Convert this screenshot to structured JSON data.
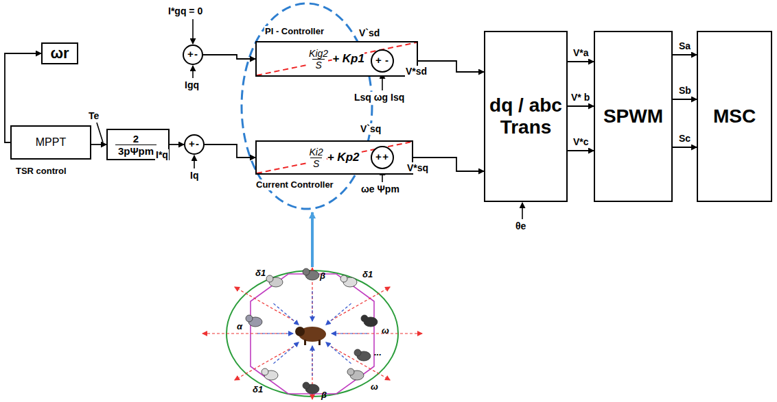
{
  "diagram": {
    "nodes": [
      {
        "text": [
          "ωr"
        ]
      },
      {
        "text": [
          "MPPT"
        ]
      },
      {
        "text": [
          "2",
          "3pΨpm"
        ]
      },
      {
        "text": [
          "+",
          "-"
        ]
      },
      {
        "text": [
          "+",
          "-"
        ]
      },
      {
        "text": [
          "Kig2",
          "S",
          "+ Kp1"
        ]
      },
      {
        "text": [
          "Ki2",
          "S",
          "+ Kp2"
        ]
      },
      {
        "text": [
          "+",
          "-"
        ]
      },
      {
        "text": [
          "+",
          "+"
        ]
      },
      {
        "text": [
          "dq / abc Trans"
        ]
      },
      {
        "text": [
          "SPWM"
        ]
      },
      {
        "text": [
          "MSC"
        ]
      }
    ],
    "edges": [
      {
        "from": 1,
        "to": 0,
        "arrow": "to"
      },
      {
        "from": 1,
        "to": 2,
        "arrow": "to"
      },
      {
        "from": 2,
        "to": 4,
        "arrow": "to"
      },
      {
        "from": 3,
        "to": 5,
        "arrow": "to"
      },
      {
        "from": 4,
        "to": 6,
        "arrow": "to"
      },
      {
        "from": 5,
        "to": 7,
        "arrow": "to"
      },
      {
        "from": 6,
        "to": 8,
        "arrow": "to"
      },
      {
        "from": 7,
        "to": 9,
        "arrow": "to"
      },
      {
        "from": 8,
        "to": 9,
        "arrow": "to"
      },
      {
        "from": 9,
        "to": 10,
        "label": "V*a",
        "arrow": "to"
      },
      {
        "from": 9,
        "to": 10,
        "label": "V* b",
        "arrow": "to"
      },
      {
        "from": 9,
        "to": 10,
        "label": "V*c",
        "arrow": "to"
      },
      {
        "from": 10,
        "to": 11,
        "label": "Sa",
        "arrow": "to"
      },
      {
        "from": 10,
        "to": 11,
        "label": "Sb",
        "arrow": "to"
      },
      {
        "from": 10,
        "to": 11,
        "label": "Sc",
        "arrow": "to"
      }
    ],
    "labels": [
      "TSR control",
      "Te",
      "I*gq = 0",
      "Igq",
      "I*q",
      "Iq",
      "PI - Controller",
      "Current Controller",
      "V`sd",
      "V`sq",
      "V*sd",
      "V*sq",
      "Lsq ωg Isq",
      "ωe Ψpm",
      "θe",
      "δ1",
      "β",
      "δ1",
      "α",
      "ω",
      "δ1",
      "β",
      "ω",
      "..."
    ]
  }
}
